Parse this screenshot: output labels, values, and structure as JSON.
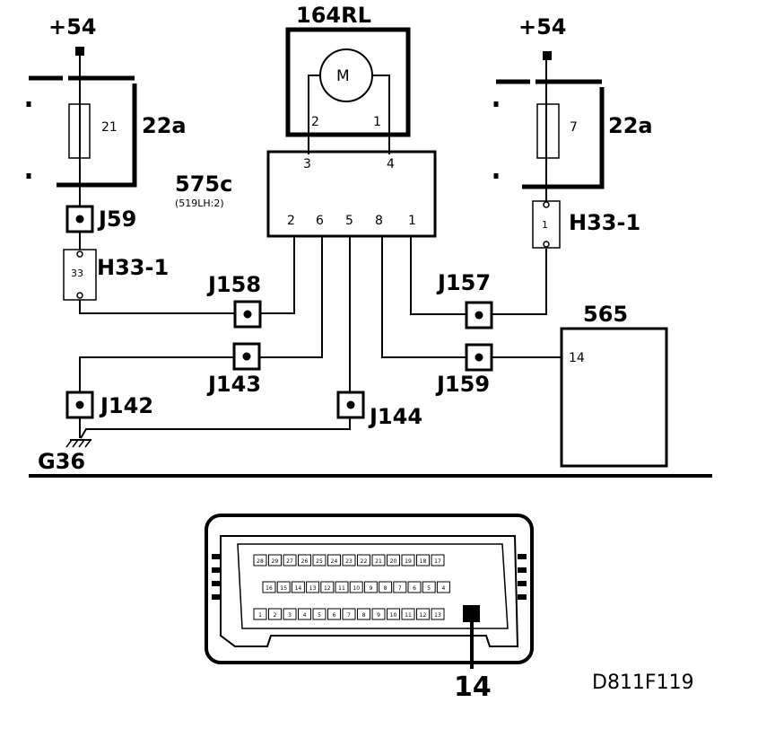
{
  "supply": {
    "left": "+54",
    "right": "+54"
  },
  "motor": {
    "id": "164RL",
    "symbol": "M",
    "pin_a": "2",
    "pin_b": "1"
  },
  "fuse_left": {
    "number": "21",
    "box": "22a"
  },
  "fuse_right": {
    "number": "7",
    "box": "22a"
  },
  "module": {
    "id": "575c",
    "note": "(519LH:2)",
    "top_pins": [
      "3",
      "4"
    ],
    "bottom_pins": [
      "2",
      "6",
      "5",
      "8",
      "1"
    ]
  },
  "junctions": {
    "j59": "J59",
    "j158": "J158",
    "j157": "J157",
    "j143": "J143",
    "j159": "J159",
    "j142": "J142",
    "j144": "J144"
  },
  "connectors": {
    "h33_left": {
      "id": "H33-1",
      "pin": "33"
    },
    "h33_right": {
      "id": "H33-1",
      "pin": "1"
    }
  },
  "ecu": {
    "id": "565",
    "pin": "14"
  },
  "ground": "G36",
  "ecu_connector": {
    "highlight_pin": "14",
    "row1": [
      "28",
      "29",
      "27",
      "26",
      "25",
      "24",
      "23",
      "22",
      "21",
      "20",
      "19",
      "18",
      "17"
    ],
    "row2": [
      "16",
      "15",
      "14",
      "13",
      "12",
      "11",
      "10",
      "9",
      "8",
      "7",
      "6",
      "5",
      "4"
    ],
    "row3": [
      "1",
      "2",
      "3",
      "4",
      "5",
      "6",
      "7",
      "8",
      "9",
      "10",
      "11",
      "12",
      "13"
    ]
  },
  "figure_code": "D811F119"
}
